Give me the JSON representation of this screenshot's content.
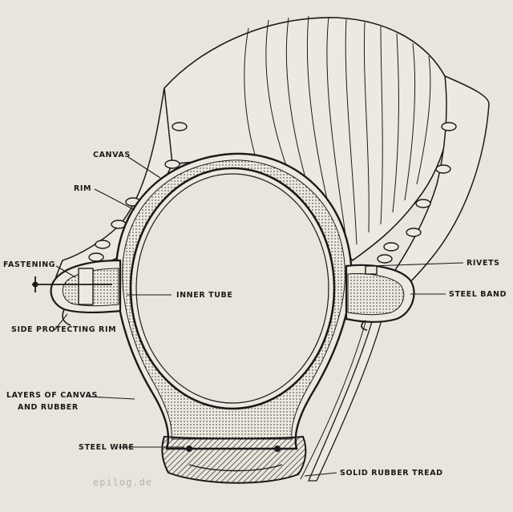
{
  "labels": {
    "canvas": "CANVAS",
    "rim": "RIM",
    "fastening": "FASTENING",
    "side_protecting_rim": "SIDE PROTECTING RIM",
    "inner_tube": "INNER TUBE",
    "layers_line1": "LAYERS OF CANVAS",
    "layers_line2": "AND RUBBER",
    "steel_wire": "STEEL WIRE",
    "rivets": "RIVETS",
    "steel_band": "STEEL BAND",
    "solid_rubber_tread": "SOLID RUBBER TREAD"
  },
  "watermark": "epilog.de",
  "colors": {
    "background": "#e8e5dc",
    "ink": "#1a1a1a"
  }
}
